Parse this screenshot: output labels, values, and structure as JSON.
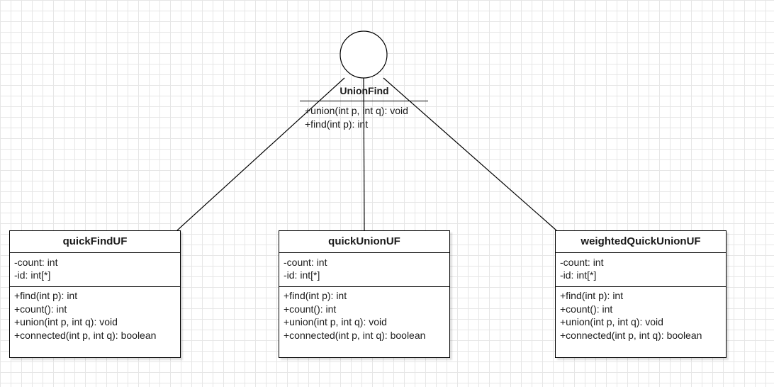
{
  "interface": {
    "name": "UnionFind",
    "operations": [
      "+union(int p, int q): void",
      "+find(int p): int"
    ]
  },
  "classes": [
    {
      "name": "quickFindUF",
      "attributes": [
        "-count: int",
        "-id: int[*]"
      ],
      "operations": [
        "+find(int p): int",
        "+count(): int",
        "+union(int p, int q): void",
        "+connected(int p, int q): boolean"
      ]
    },
    {
      "name": "quickUnionUF",
      "attributes": [
        "-count: int",
        "-id: int[*]"
      ],
      "operations": [
        "+find(int p): int",
        "+count(): int",
        "+union(int p, int q): void",
        "+connected(int p, int q): boolean"
      ]
    },
    {
      "name": "weightedQuickUnionUF",
      "attributes": [
        "-count: int",
        "-id: int[*]"
      ],
      "operations": [
        "+find(int p): int",
        "+count(): int",
        "+union(int p, int q): void",
        "+connected(int p, int q): boolean"
      ]
    }
  ]
}
